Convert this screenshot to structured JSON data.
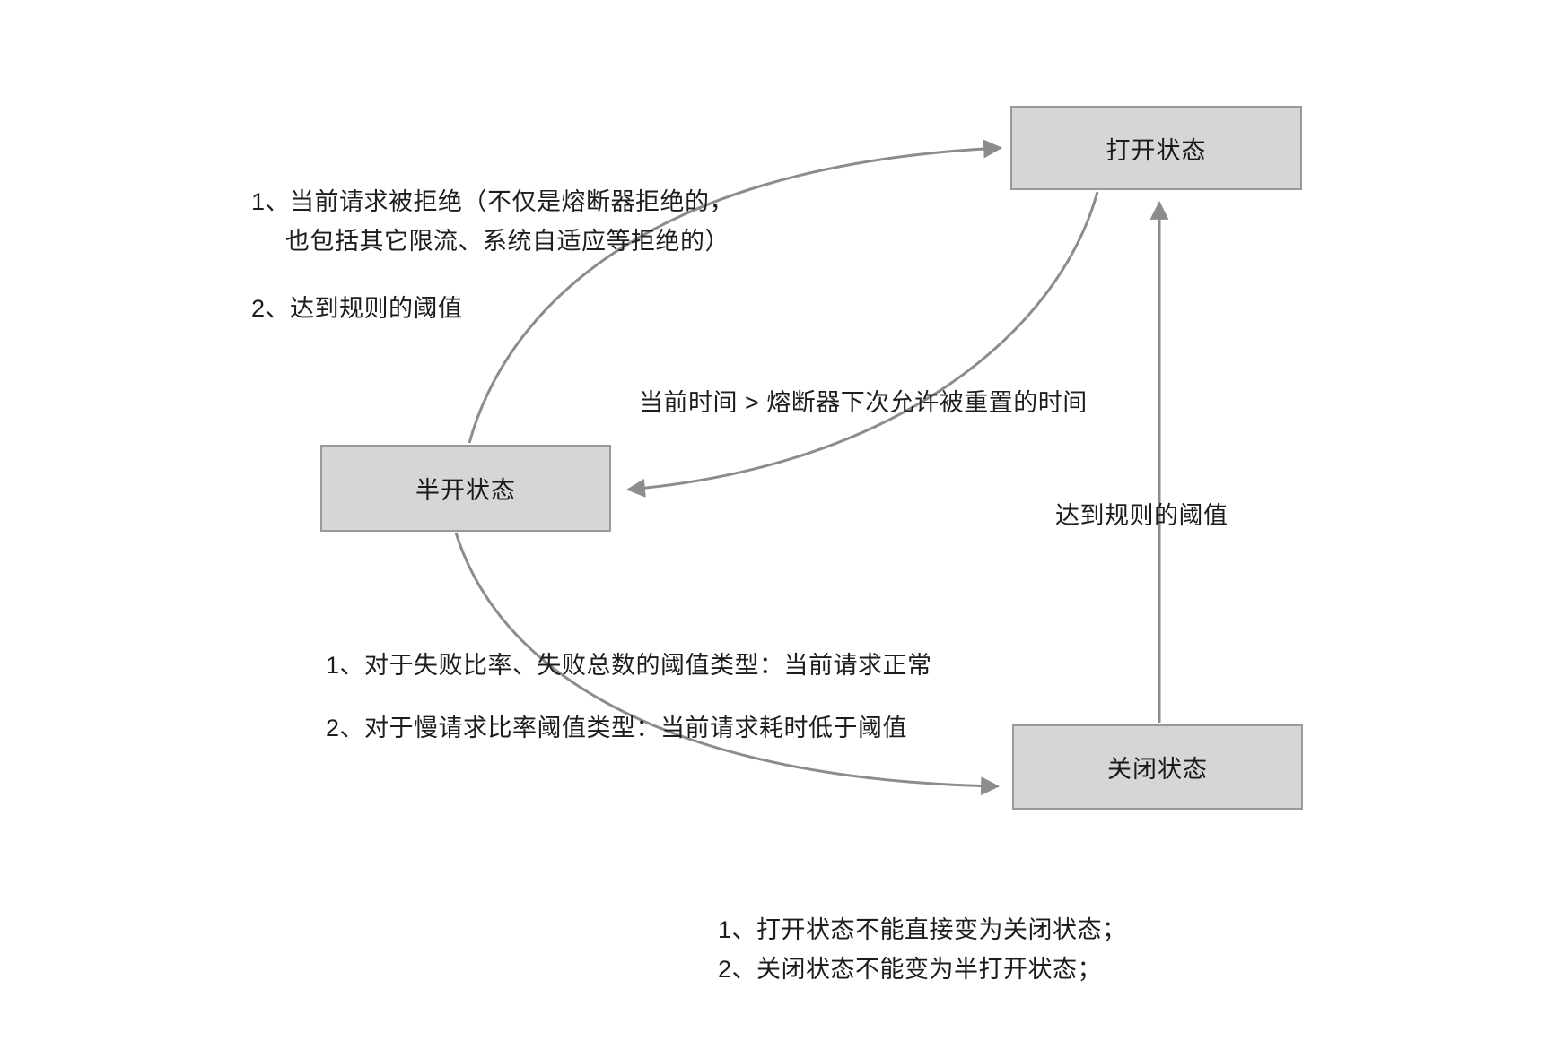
{
  "diagram": {
    "title": "熔断器状态转换图",
    "theme": {
      "node_fill": "#d6d6d6",
      "node_border": "#999999",
      "edge_color": "#8c8c8c",
      "text_color": "#1d1d1d",
      "background": "#ffffff"
    },
    "nodes": [
      {
        "id": "open",
        "label": "打开状态"
      },
      {
        "id": "half_open",
        "label": "半开状态"
      },
      {
        "id": "closed",
        "label": "关闭状态"
      }
    ],
    "edges": [
      {
        "id": "half-open-to-open",
        "from": "半开状态",
        "to": "打开状态",
        "label_lines": [
          "1、当前请求被拒绝（不仅是熔断器拒绝的，",
          "      也包括其它限流、系统自适应等拒绝的）",
          "",
          "2、达到规则的阈值"
        ]
      },
      {
        "id": "open-to-half-open",
        "from": "打开状态",
        "to": "半开状态",
        "label": "当前时间 > 熔断器下次允许被重置的时间"
      },
      {
        "id": "closed-to-open",
        "from": "关闭状态",
        "to": "打开状态",
        "label": "达到规则的阈值"
      },
      {
        "id": "half-open-to-closed",
        "from": "半开状态",
        "to": "关闭状态",
        "label_lines": [
          "1、对于失败比率、失败总数的阈值类型：当前请求正常",
          "2、对于慢请求比率阈值类型：当前请求耗时低于阈值"
        ]
      }
    ],
    "labels": {
      "half_open_to_open_line1": "1、当前请求被拒绝（不仅是熔断器拒绝的，",
      "half_open_to_open_line2": "也包括其它限流、系统自适应等拒绝的）",
      "half_open_to_open_line3": "2、达到规则的阈值",
      "open_to_half_open": "当前时间 > 熔断器下次允许被重置的时间",
      "closed_to_open": "达到规则的阈值",
      "half_open_to_closed_line1": "1、对于失败比率、失败总数的阈值类型：当前请求正常",
      "half_open_to_closed_line2": "2、对于慢请求比率阈值类型：当前请求耗时低于阈值"
    },
    "notes": [
      "1、打开状态不能直接变为关闭状态；",
      "2、关闭状态不能变为半打开状态；"
    ]
  }
}
